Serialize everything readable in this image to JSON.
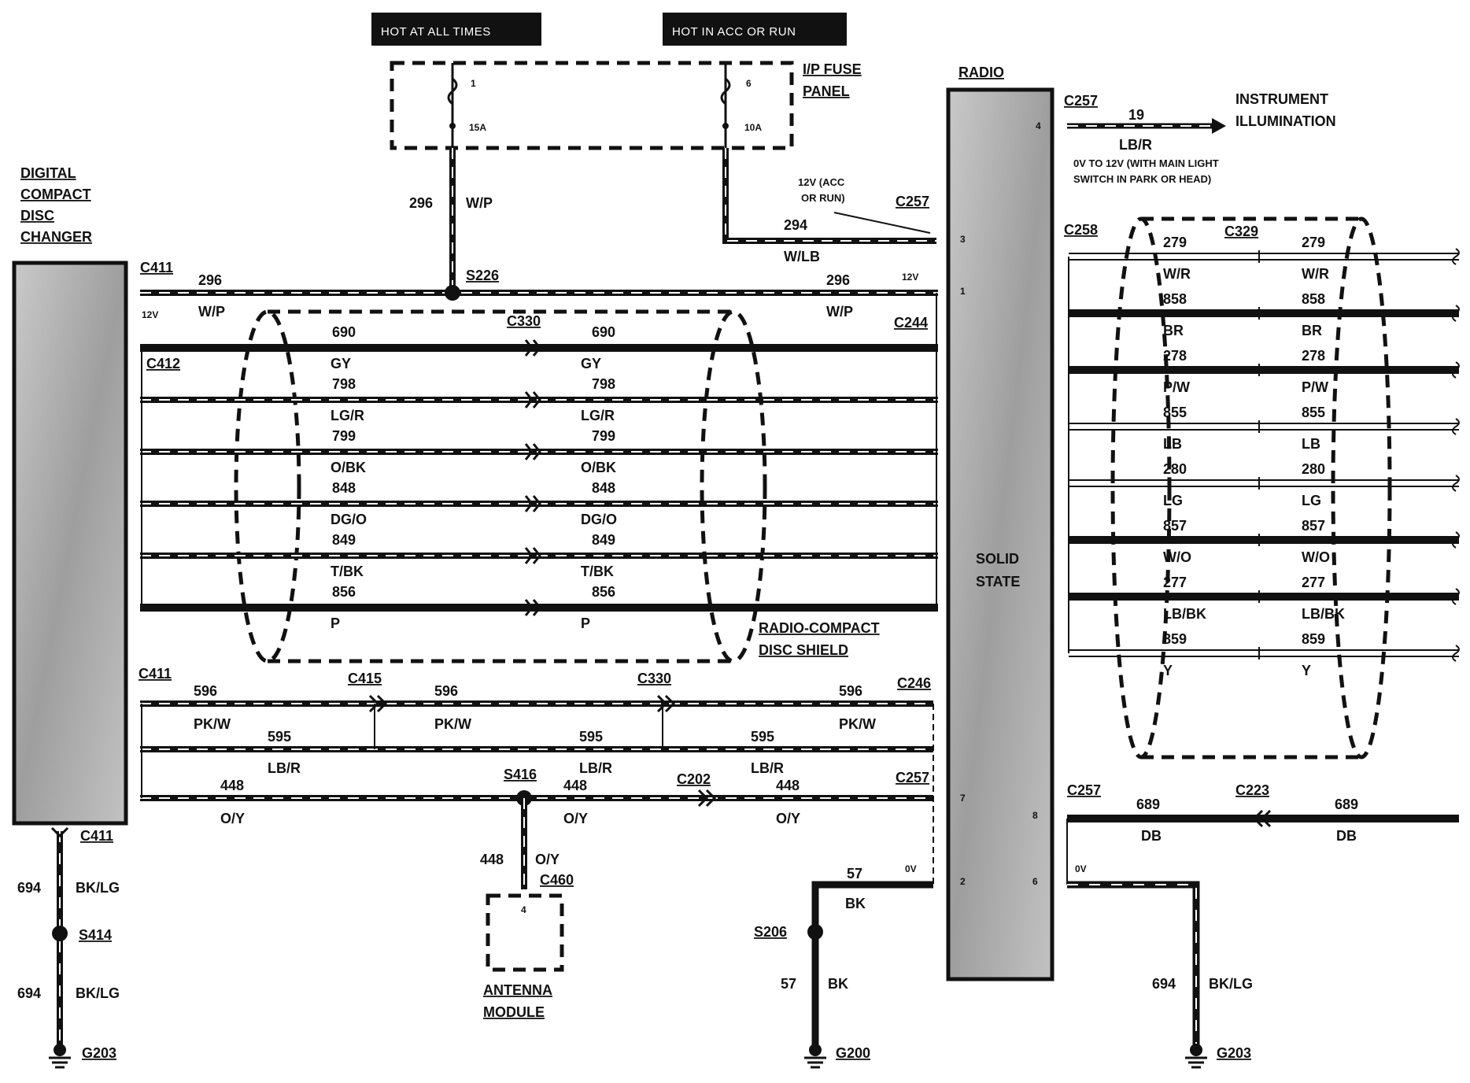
{
  "headers": {
    "hot_at_all_times": "HOT AT ALL TIMES",
    "hot_in_acc_or_run": "HOT IN ACC OR RUN"
  },
  "fuse_panel": {
    "label_line1": "I/P FUSE",
    "label_line2": "PANEL",
    "fuse1_num": "1",
    "fuse1_rating": "15A",
    "fuse2_num": "6",
    "fuse2_rating": "10A"
  },
  "cd_changer": {
    "line1": "DIGITAL",
    "line2": "COMPACT",
    "line3": "DISC",
    "line4": "CHANGER"
  },
  "radio": {
    "title": "RADIO",
    "inner1": "SOLID",
    "inner2": "STATE",
    "pin4": "4",
    "pin3": "3",
    "pin1": "1",
    "pin7": "7",
    "pin8": "8",
    "pin2": "2",
    "pin6": "6"
  },
  "instrument": {
    "line1": "INSTRUMENT",
    "line2": "ILLUMINATION",
    "circuit": "19",
    "color": "LB/R",
    "note1": "0V TO 12V (WITH MAIN LIGHT",
    "note2": "SWITCH IN PARK OR HEAD)"
  },
  "feed": {
    "c296": "296",
    "wp": "W/P",
    "splice": "S226",
    "c411": "C411",
    "v12": "12V",
    "c294": "294",
    "wlb": "W/LB",
    "note_acc1": "12V (ACC",
    "note_acc2": "OR RUN)",
    "c257": "C257"
  },
  "shield": {
    "label1": "RADIO-COMPACT",
    "label2": "DISC SHIELD",
    "c412": "C412",
    "c330": "C330",
    "c244": "C244",
    "wires": [
      {
        "num": "690",
        "color": "GY"
      },
      {
        "num": "798",
        "color": "LG/R"
      },
      {
        "num": "799",
        "color": "O/BK"
      },
      {
        "num": "848",
        "color": "DG/O"
      },
      {
        "num": "849",
        "color": "T/BK"
      },
      {
        "num": "856",
        "color": "P"
      }
    ]
  },
  "lower": {
    "c411": "C411",
    "c415": "C415",
    "c330": "C330",
    "c246": "C246",
    "w596": "596",
    "pkw": "PK/W",
    "w595": "595",
    "lbr": "LB/R",
    "w448": "448",
    "oy": "O/Y",
    "s416": "S416",
    "c202": "C202",
    "c257": "C257"
  },
  "antenna": {
    "c460": "C460",
    "pin": "4",
    "line1": "ANTENNA",
    "line2": "MODULE",
    "w448": "448",
    "oy": "O/Y"
  },
  "ground_left": {
    "c411": "C411",
    "w694": "694",
    "bklg": "BK/LG",
    "s414": "S414",
    "g203": "G203"
  },
  "ground_mid": {
    "w57": "57",
    "bk": "BK",
    "v0": "0V",
    "s206": "S206",
    "g200": "G200"
  },
  "right_harness": {
    "c258": "C258",
    "c329": "C329",
    "wires": [
      {
        "num": "279",
        "color": "W/R"
      },
      {
        "num": "858",
        "color": "BR"
      },
      {
        "num": "278",
        "color": "P/W"
      },
      {
        "num": "855",
        "color": "LB"
      },
      {
        "num": "280",
        "color": "LG"
      },
      {
        "num": "857",
        "color": "W/O"
      },
      {
        "num": "277",
        "color": "LB/BK"
      },
      {
        "num": "859",
        "color": "Y"
      }
    ]
  },
  "right_lower": {
    "c257": "C257",
    "c223": "C223",
    "w689": "689",
    "db": "DB",
    "v0": "0V",
    "w694": "694",
    "bklg": "BK/LG",
    "g203": "G203"
  },
  "colors": {
    "ink": "#111111",
    "box_fill": "#b5b5b5",
    "header_bg": "#111111"
  }
}
